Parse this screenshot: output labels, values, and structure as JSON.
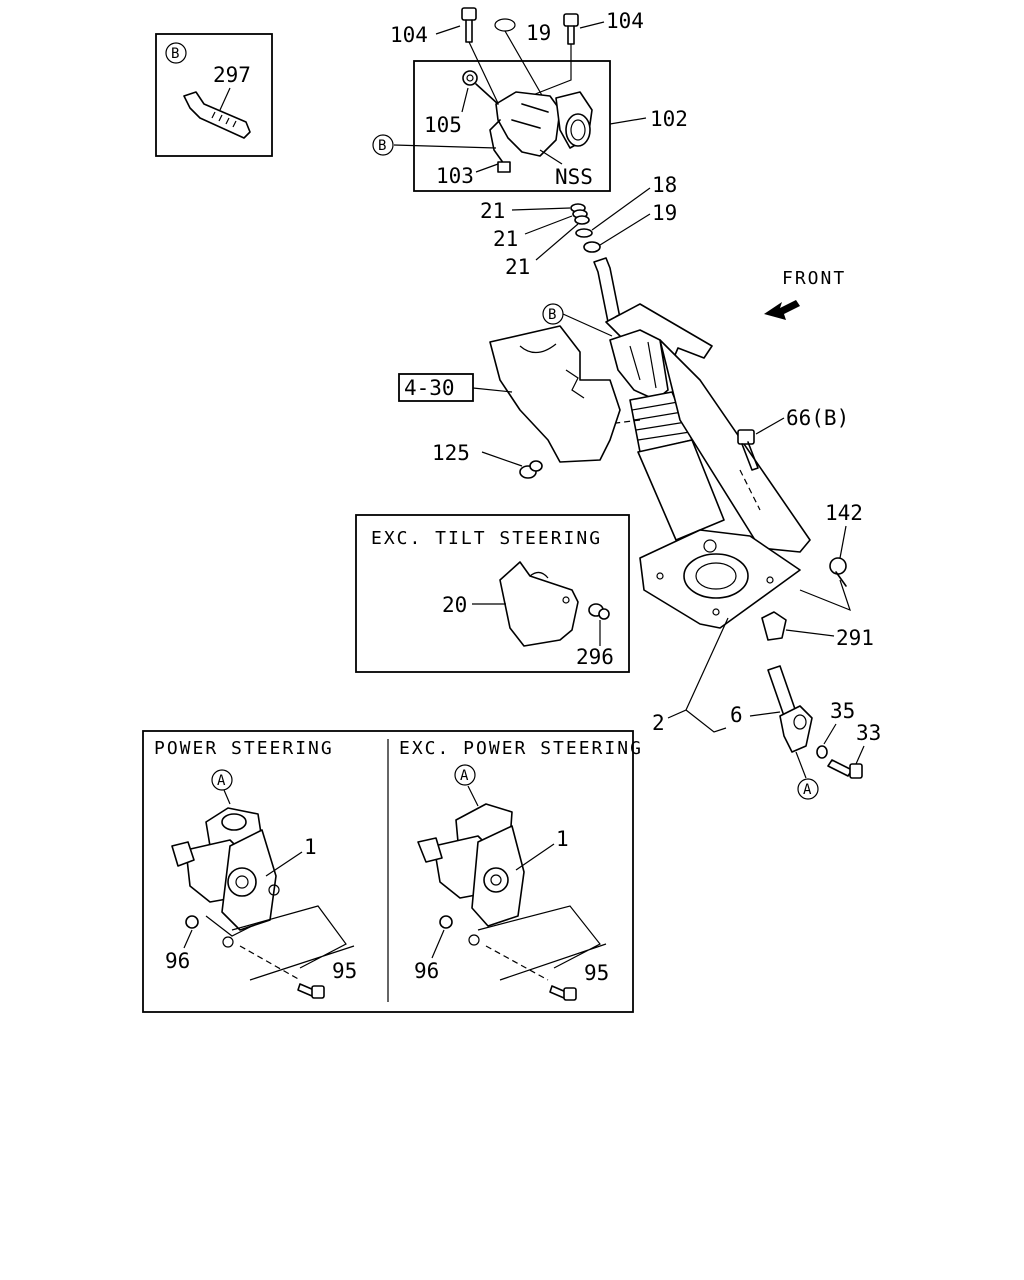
{
  "labels": {
    "l104a": "104",
    "l104b": "104",
    "l19a": "19",
    "l105": "105",
    "l102": "102",
    "l103": "103",
    "lNSS": "NSS",
    "l297": "297",
    "l18": "18",
    "l19b": "19",
    "l21a": "21",
    "l21b": "21",
    "l21c": "21",
    "lFront": "FRONT",
    "l430": "4-30",
    "l66": "66(B)",
    "l125": "125",
    "l142": "142",
    "l20": "20",
    "l296": "296",
    "l291": "291",
    "l2": "2",
    "l6": "6",
    "l35": "35",
    "l33": "33",
    "l1a": "1",
    "l96a": "96",
    "l95a": "95",
    "l1b": "1",
    "l96b": "96",
    "l95b": "95"
  },
  "callouts": {
    "b_inset": "B",
    "b_main": "B",
    "b_column": "B",
    "a_joint": "A",
    "a_power": "A",
    "a_exc_power": "A"
  },
  "captions": {
    "exc_tilt": "EXC. TILT STEERING",
    "power": "POWER STEERING",
    "exc_power": "EXC. POWER STEERING"
  }
}
